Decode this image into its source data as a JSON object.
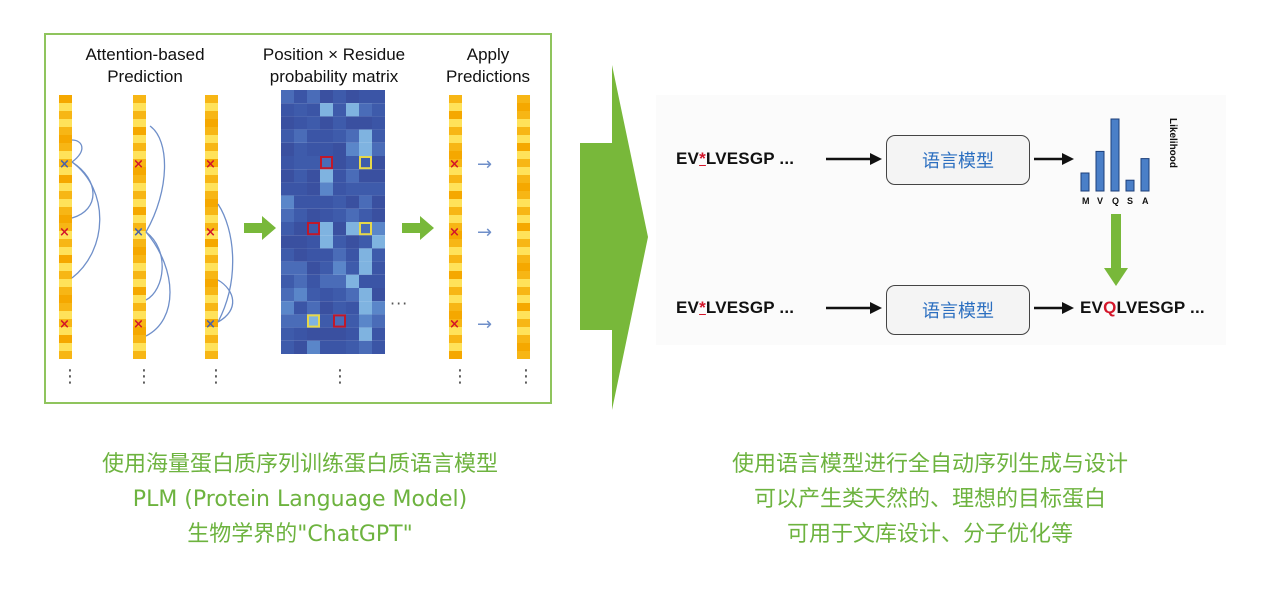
{
  "left_panel": {
    "headers": [
      "Attention-based\nPrediction",
      "Position × Residue\nprobability matrix",
      "Apply\nPredictions"
    ],
    "ellipsis_h": "···",
    "ellipsis_v": "⋮"
  },
  "right_panel": {
    "row1": {
      "prefix": "EV",
      "mutation": "*",
      "suffix": "LVESGP ...",
      "box_label": "语言模型"
    },
    "row2": {
      "prefix": "EV",
      "mutation": "*",
      "suffix": "LVESGP ...",
      "box_label": "语言模型",
      "out_prefix": "EV",
      "out_mutation": "Q",
      "out_suffix": "LVESGP ..."
    },
    "bar_chart": {
      "ylabel": "Likelihood",
      "categories": [
        "M",
        "V",
        "Q",
        "S",
        "A"
      ],
      "values": [
        0.25,
        0.55,
        1.0,
        0.15,
        0.45
      ]
    }
  },
  "captions": {
    "left": [
      "使用海量蛋白质序列训练蛋白质语言模型",
      "PLM (Protein Language Model)",
      "生物学界的\"ChatGPT\""
    ],
    "right": [
      "使用语言模型进行全自动序列生成与设计",
      "可以产生类天然的、理想的目标蛋白",
      "可用于文库设计、分子优化等"
    ]
  },
  "colors": {
    "accent_green": "#6db33f",
    "arrow_green": "#78b83a",
    "mutation_red": "#d3162a",
    "lm_text_blue": "#2c6fc0",
    "bar_blue": "#4a7fc8"
  }
}
